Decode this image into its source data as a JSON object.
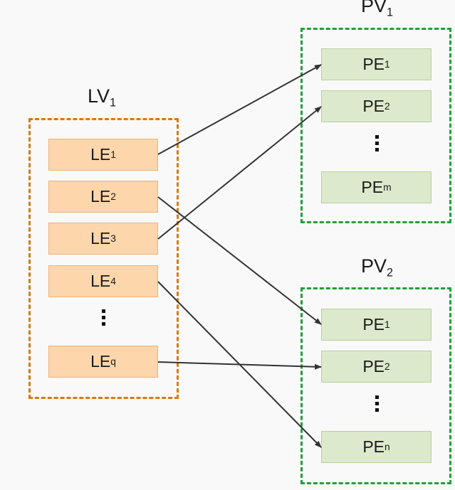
{
  "logical_volume": {
    "title": "LV",
    "title_sub": "1",
    "extents": [
      {
        "label": "LE",
        "sub": "1"
      },
      {
        "label": "LE",
        "sub": "2"
      },
      {
        "label": "LE",
        "sub": "3"
      },
      {
        "label": "LE",
        "sub": "4"
      },
      {
        "label": "LE",
        "sub": "q"
      }
    ]
  },
  "physical_volumes": [
    {
      "title": "PV",
      "title_sub": "1",
      "extents": [
        {
          "label": "PE",
          "sub": "1"
        },
        {
          "label": "PE",
          "sub": "2"
        },
        {
          "label": "PE",
          "sub": "m"
        }
      ]
    },
    {
      "title": "PV",
      "title_sub": "2",
      "extents": [
        {
          "label": "PE",
          "sub": "1"
        },
        {
          "label": "PE",
          "sub": "2"
        },
        {
          "label": "PE",
          "sub": "n"
        }
      ]
    }
  ],
  "mappings": [
    {
      "from": "LE1",
      "to": "PV1-PE1"
    },
    {
      "from": "LE3",
      "to": "PV1-PE2"
    },
    {
      "from": "LE2",
      "to": "PV2-PE1"
    },
    {
      "from": "LEq",
      "to": "PV2-PE2"
    },
    {
      "from": "LE4",
      "to": "PV2-PEn"
    }
  ],
  "colors": {
    "lv_border": "#d9790f",
    "lv_fill": "#fdd6ab",
    "pv_border": "#1fa23a",
    "pv_fill": "#dde9cc",
    "arrow": "#333333"
  }
}
